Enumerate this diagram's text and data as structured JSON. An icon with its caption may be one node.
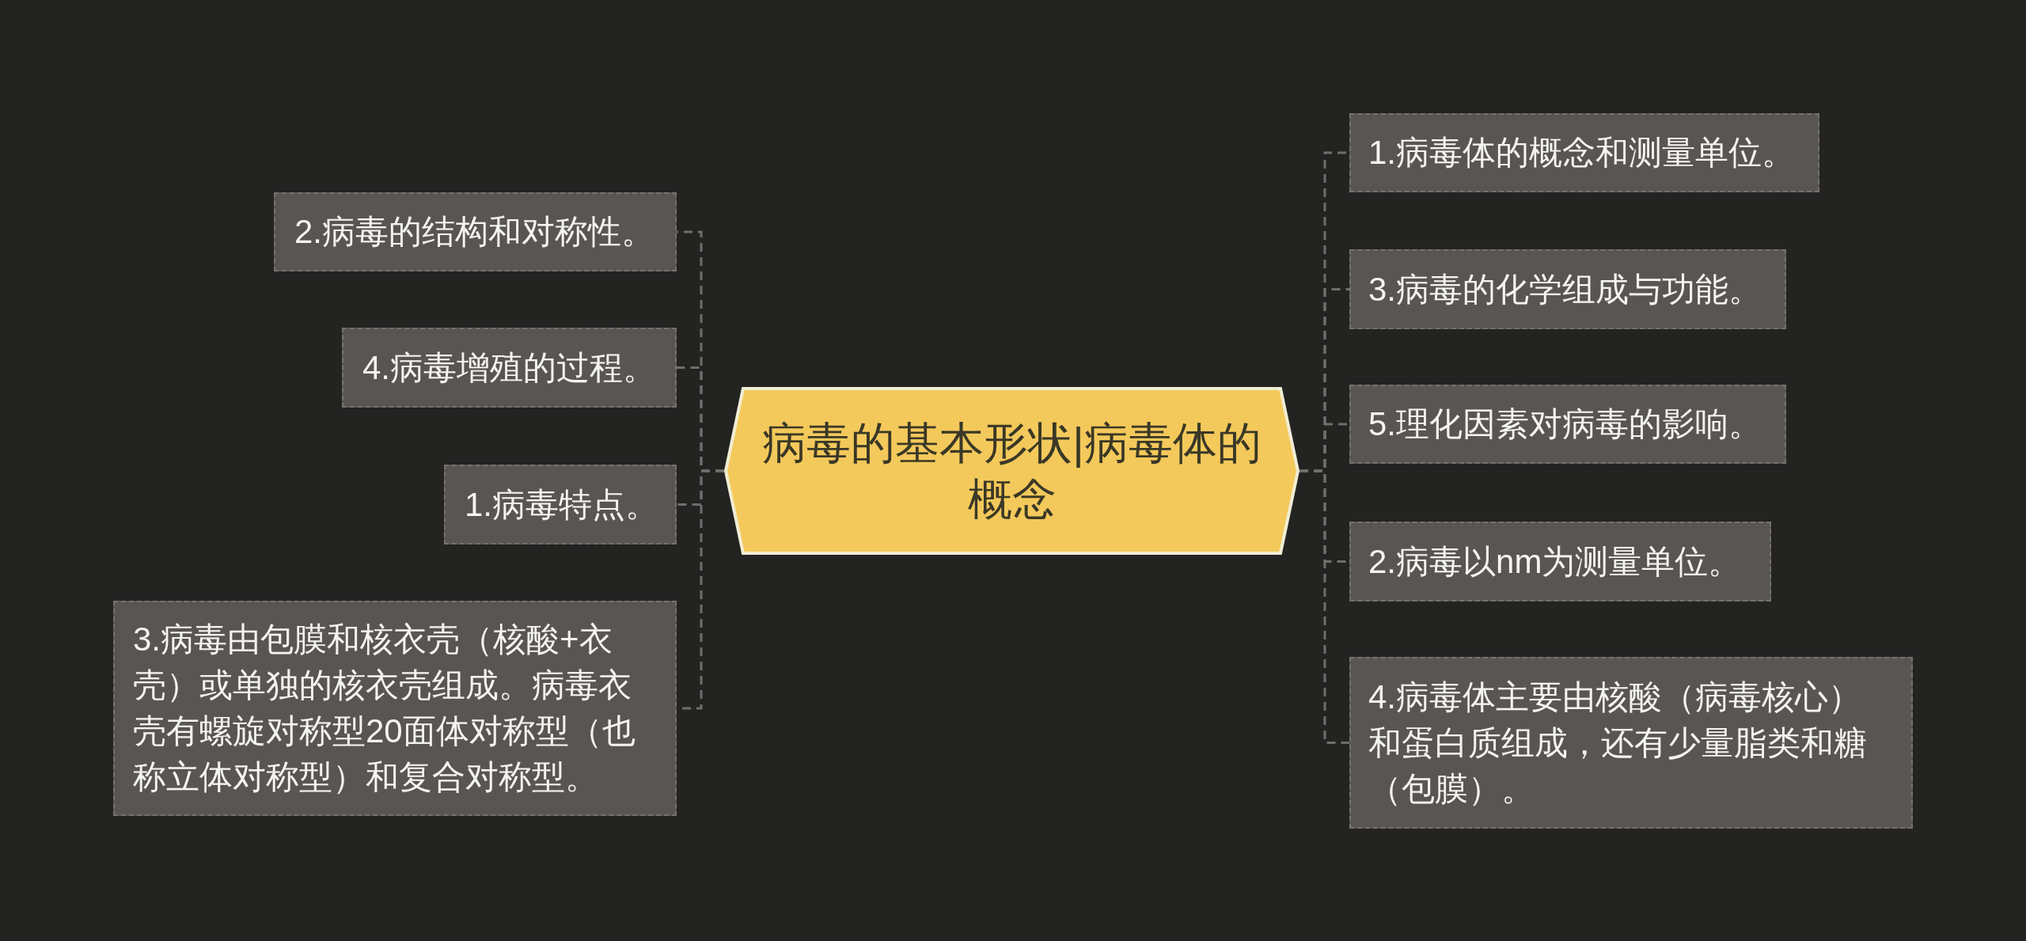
{
  "diagram": {
    "nodes": [
      {
        "text": [
          "病毒的基本形状|病毒体的概念"
        ]
      },
      {
        "text": [
          "2.病毒的结构和对称性。"
        ]
      },
      {
        "text": [
          "4.病毒增殖的过程。"
        ]
      },
      {
        "text": [
          "1.病毒特点。"
        ]
      },
      {
        "text": [
          "3.病毒由包膜和核衣壳（核酸+衣壳）或单独的核衣壳组成。病毒衣壳有螺旋对称型20面体对称型（也称立体对称型）和复合对称型。"
        ]
      },
      {
        "text": [
          "1.病毒体的概念和测量单位。"
        ]
      },
      {
        "text": [
          "3.病毒的化学组成与功能。"
        ]
      },
      {
        "text": [
          "5.理化因素对病毒的影响。"
        ]
      },
      {
        "text": [
          "2.病毒以nm为测量单位。"
        ]
      },
      {
        "text": [
          "4.病毒体主要由核酸（病毒核心）和蛋白质组成，还有少量脂类和糖（包膜）。"
        ]
      }
    ],
    "edges": [
      {
        "from": 0,
        "to": 1,
        "arrow": "none",
        "style": "dashed"
      },
      {
        "from": 0,
        "to": 2,
        "arrow": "none",
        "style": "dashed"
      },
      {
        "from": 0,
        "to": 3,
        "arrow": "none",
        "style": "dashed"
      },
      {
        "from": 0,
        "to": 4,
        "arrow": "none",
        "style": "dashed"
      },
      {
        "from": 0,
        "to": 5,
        "arrow": "none",
        "style": "dashed"
      },
      {
        "from": 0,
        "to": 6,
        "arrow": "none",
        "style": "dashed"
      },
      {
        "from": 0,
        "to": 7,
        "arrow": "none",
        "style": "dashed"
      },
      {
        "from": 0,
        "to": 8,
        "arrow": "none",
        "style": "dashed"
      },
      {
        "from": 0,
        "to": 9,
        "arrow": "none",
        "style": "dashed"
      }
    ]
  }
}
